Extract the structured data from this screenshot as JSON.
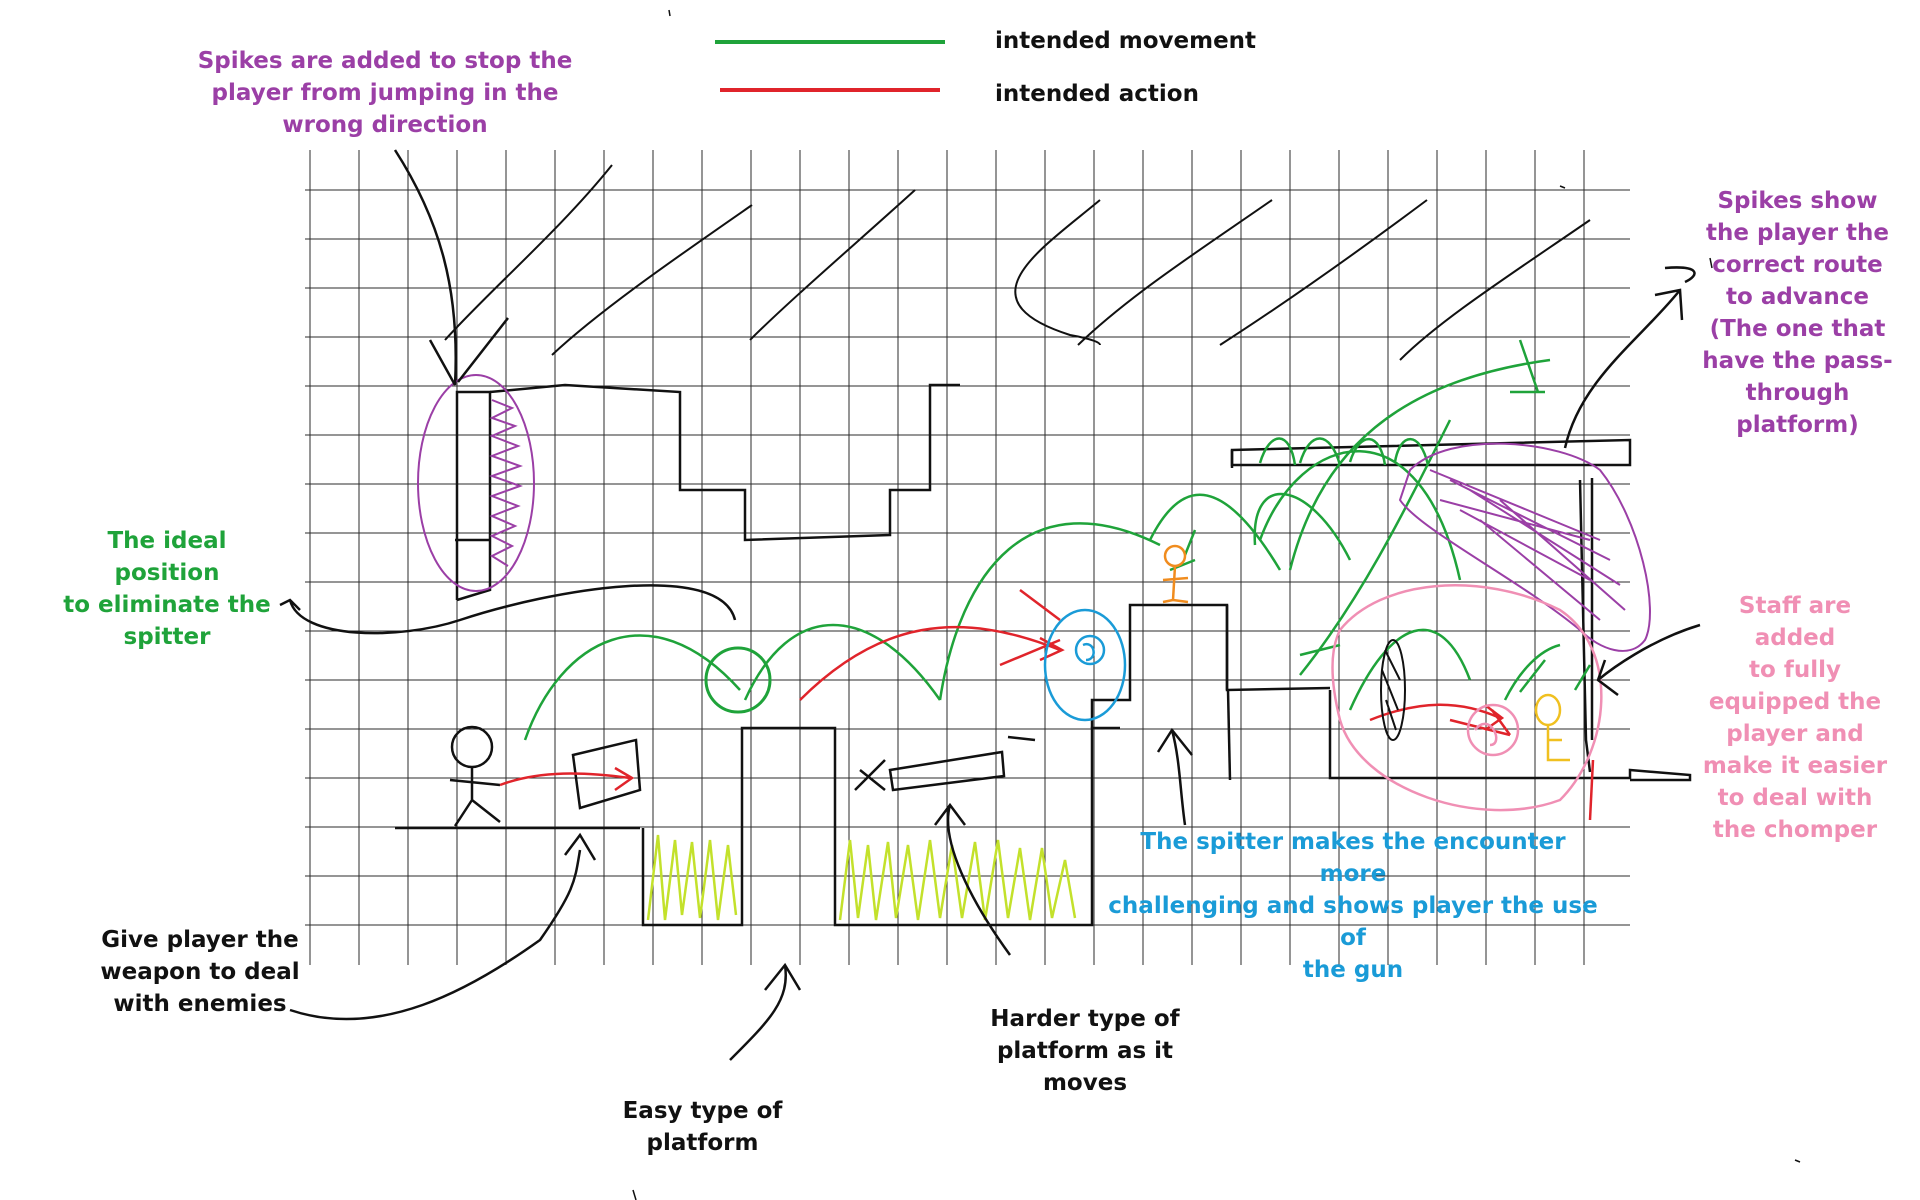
{
  "colors": {
    "movement": "#1fa33a",
    "action": "#e0242b",
    "spikes": "#9b3fa6",
    "spitter": "#1a9bd7",
    "staff": "#f08fb4",
    "grass": "#c3e12b",
    "ink": "#111111"
  },
  "legend": {
    "movement_label": "intended movement",
    "action_label": "intended action"
  },
  "annotations": {
    "spikes_wrong_direction": "Spikes are added to stop the\nplayer from jumping in the\nwrong direction",
    "spikes_correct_route": "Spikes show\nthe player the\ncorrect route\nto advance\n(The one that\nhave the pass-\nthrough\nplatform)",
    "ideal_position": "The ideal position\nto eliminate the\nspitter",
    "staff_added": "Staff are\nadded\nto fully\nequipped the\nplayer and\nmake it easier\nto deal with\nthe chomper",
    "spitter_encounter": "The spitter makes the encounter more\nchallenging and shows player the use of\nthe gun",
    "give_weapon": "Give player the\nweapon to deal\nwith enemies",
    "easy_platform": "Easy type of\nplatform",
    "harder_platform": "Harder type of\nplatform as it\nmoves"
  }
}
